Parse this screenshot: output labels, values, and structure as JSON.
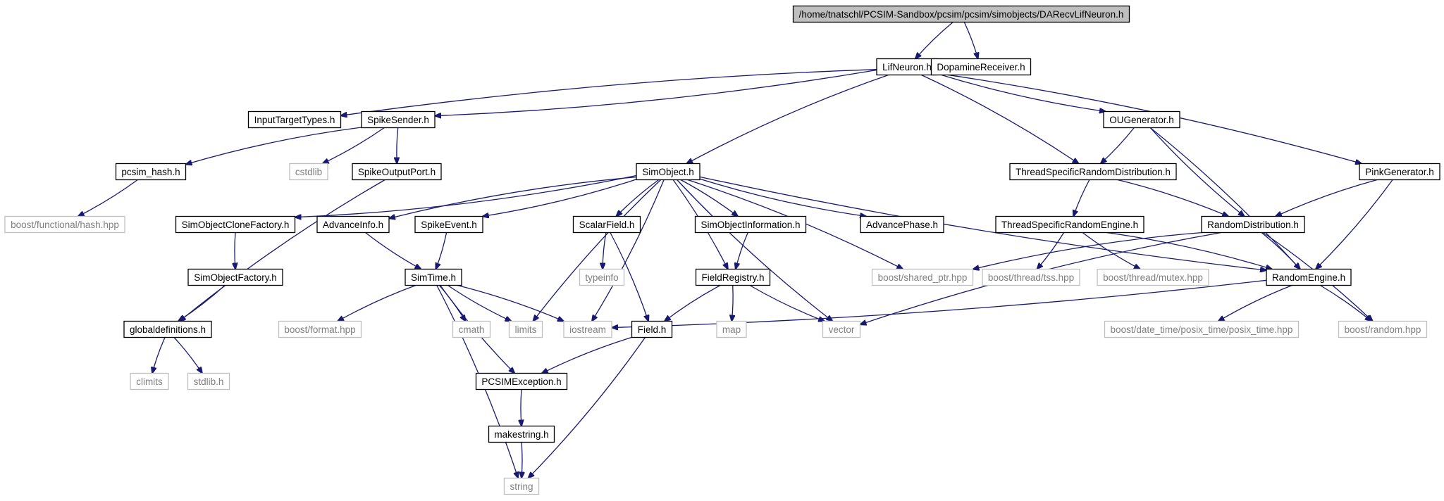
{
  "diagram": {
    "type": "include-dependency-graph",
    "colors": {
      "edge": "#191970",
      "root_fill": "#bfbfbf",
      "local_border": "#000000",
      "system_border": "#bfbfbf",
      "system_text": "#7f7f7f"
    },
    "nodes": [
      {
        "id": "root",
        "label": "/home/tnatschl/PCSIM-Sandbox/pcsim/pcsim/simobjects/DARecvLifNeuron.h",
        "kind": "root"
      },
      {
        "id": "lif",
        "label": "LifNeuron.h",
        "kind": "local"
      },
      {
        "id": "dop",
        "label": "DopamineReceiver.h",
        "kind": "local"
      },
      {
        "id": "itt",
        "label": "InputTargetTypes.h",
        "kind": "local"
      },
      {
        "id": "ss",
        "label": "SpikeSender.h",
        "kind": "local"
      },
      {
        "id": "oug",
        "label": "OUGenerator.h",
        "kind": "local"
      },
      {
        "id": "pcsimhash",
        "label": "pcsim_hash.h",
        "kind": "local"
      },
      {
        "id": "cstdlib",
        "label": "cstdlib",
        "kind": "system"
      },
      {
        "id": "sop",
        "label": "SpikeOutputPort.h",
        "kind": "local"
      },
      {
        "id": "simobj",
        "label": "SimObject.h",
        "kind": "local"
      },
      {
        "id": "tsrd",
        "label": "ThreadSpecificRandomDistribution.h",
        "kind": "local"
      },
      {
        "id": "pink",
        "label": "PinkGenerator.h",
        "kind": "local"
      },
      {
        "id": "bfh",
        "label": "boost/functional/hash.hpp",
        "kind": "system"
      },
      {
        "id": "socf",
        "label": "SimObjectCloneFactory.h",
        "kind": "local"
      },
      {
        "id": "advinfo",
        "label": "AdvanceInfo.h",
        "kind": "local"
      },
      {
        "id": "spev",
        "label": "SpikeEvent.h",
        "kind": "local"
      },
      {
        "id": "sf",
        "label": "ScalarField.h",
        "kind": "local"
      },
      {
        "id": "soi",
        "label": "SimObjectInformation.h",
        "kind": "local"
      },
      {
        "id": "advph",
        "label": "AdvancePhase.h",
        "kind": "local"
      },
      {
        "id": "tsre",
        "label": "ThreadSpecificRandomEngine.h",
        "kind": "local"
      },
      {
        "id": "rd",
        "label": "RandomDistribution.h",
        "kind": "local"
      },
      {
        "id": "sofac",
        "label": "SimObjectFactory.h",
        "kind": "local"
      },
      {
        "id": "simtime",
        "label": "SimTime.h",
        "kind": "local"
      },
      {
        "id": "typeinfo",
        "label": "typeinfo",
        "kind": "system"
      },
      {
        "id": "fr",
        "label": "FieldRegistry.h",
        "kind": "local"
      },
      {
        "id": "bsp",
        "label": "boost/shared_ptr.hpp",
        "kind": "system"
      },
      {
        "id": "btss",
        "label": "boost/thread/tss.hpp",
        "kind": "system"
      },
      {
        "id": "bmutex",
        "label": "boost/thread/mutex.hpp",
        "kind": "system"
      },
      {
        "id": "re",
        "label": "RandomEngine.h",
        "kind": "local"
      },
      {
        "id": "gdef",
        "label": "globaldefinitions.h",
        "kind": "local"
      },
      {
        "id": "bformat",
        "label": "boost/format.hpp",
        "kind": "system"
      },
      {
        "id": "cmath",
        "label": "cmath",
        "kind": "system"
      },
      {
        "id": "limits",
        "label": "limits",
        "kind": "system"
      },
      {
        "id": "iostream",
        "label": "iostream",
        "kind": "system"
      },
      {
        "id": "field",
        "label": "Field.h",
        "kind": "local"
      },
      {
        "id": "map",
        "label": "map",
        "kind": "system"
      },
      {
        "id": "vector",
        "label": "vector",
        "kind": "system"
      },
      {
        "id": "bpt",
        "label": "boost/date_time/posix_time/posix_time.hpp",
        "kind": "system"
      },
      {
        "id": "brandom",
        "label": "boost/random.hpp",
        "kind": "system"
      },
      {
        "id": "climits",
        "label": "climits",
        "kind": "system"
      },
      {
        "id": "stdlibh",
        "label": "stdlib.h",
        "kind": "system"
      },
      {
        "id": "pcsimexc",
        "label": "PCSIMException.h",
        "kind": "local"
      },
      {
        "id": "makestr",
        "label": "makestring.h",
        "kind": "local"
      },
      {
        "id": "string",
        "label": "string",
        "kind": "system"
      }
    ],
    "edges": [
      [
        "root",
        "lif"
      ],
      [
        "root",
        "dop"
      ],
      [
        "lif",
        "itt"
      ],
      [
        "lif",
        "ss"
      ],
      [
        "lif",
        "simobj"
      ],
      [
        "lif",
        "tsrd"
      ],
      [
        "lif",
        "oug"
      ],
      [
        "lif",
        "pink"
      ],
      [
        "ss",
        "pcsimhash"
      ],
      [
        "ss",
        "cstdlib"
      ],
      [
        "ss",
        "sop"
      ],
      [
        "pcsimhash",
        "bfh"
      ],
      [
        "sop",
        "gdef"
      ],
      [
        "simobj",
        "socf"
      ],
      [
        "simobj",
        "advinfo"
      ],
      [
        "simobj",
        "spev"
      ],
      [
        "simobj",
        "sf"
      ],
      [
        "simobj",
        "soi"
      ],
      [
        "simobj",
        "advph"
      ],
      [
        "simobj",
        "fr"
      ],
      [
        "simobj",
        "limits"
      ],
      [
        "simobj",
        "iostream"
      ],
      [
        "simobj",
        "vector"
      ],
      [
        "simobj",
        "bsp"
      ],
      [
        "simobj",
        "re"
      ],
      [
        "oug",
        "tsrd"
      ],
      [
        "oug",
        "rd"
      ],
      [
        "oug",
        "re"
      ],
      [
        "tsrd",
        "tsre"
      ],
      [
        "tsrd",
        "rd"
      ],
      [
        "pink",
        "rd"
      ],
      [
        "pink",
        "re"
      ],
      [
        "socf",
        "sofac"
      ],
      [
        "sofac",
        "gdef"
      ],
      [
        "advinfo",
        "simtime"
      ],
      [
        "spev",
        "simtime"
      ],
      [
        "sf",
        "typeinfo"
      ],
      [
        "sf",
        "field"
      ],
      [
        "soi",
        "fr"
      ],
      [
        "tsre",
        "btss"
      ],
      [
        "tsre",
        "bmutex"
      ],
      [
        "tsre",
        "re"
      ],
      [
        "rd",
        "bsp"
      ],
      [
        "rd",
        "re"
      ],
      [
        "rd",
        "vector"
      ],
      [
        "rd",
        "brandom"
      ],
      [
        "simtime",
        "bformat"
      ],
      [
        "simtime",
        "cmath"
      ],
      [
        "simtime",
        "limits"
      ],
      [
        "simtime",
        "iostream"
      ],
      [
        "simtime",
        "pcsimexc"
      ],
      [
        "simtime",
        "string"
      ],
      [
        "fr",
        "field"
      ],
      [
        "fr",
        "map"
      ],
      [
        "fr",
        "vector"
      ],
      [
        "re",
        "iostream"
      ],
      [
        "re",
        "bpt"
      ],
      [
        "re",
        "brandom"
      ],
      [
        "gdef",
        "climits"
      ],
      [
        "gdef",
        "stdlibh"
      ],
      [
        "field",
        "pcsimexc"
      ],
      [
        "field",
        "string"
      ],
      [
        "pcsimexc",
        "makestr"
      ],
      [
        "makestr",
        "string"
      ]
    ]
  }
}
